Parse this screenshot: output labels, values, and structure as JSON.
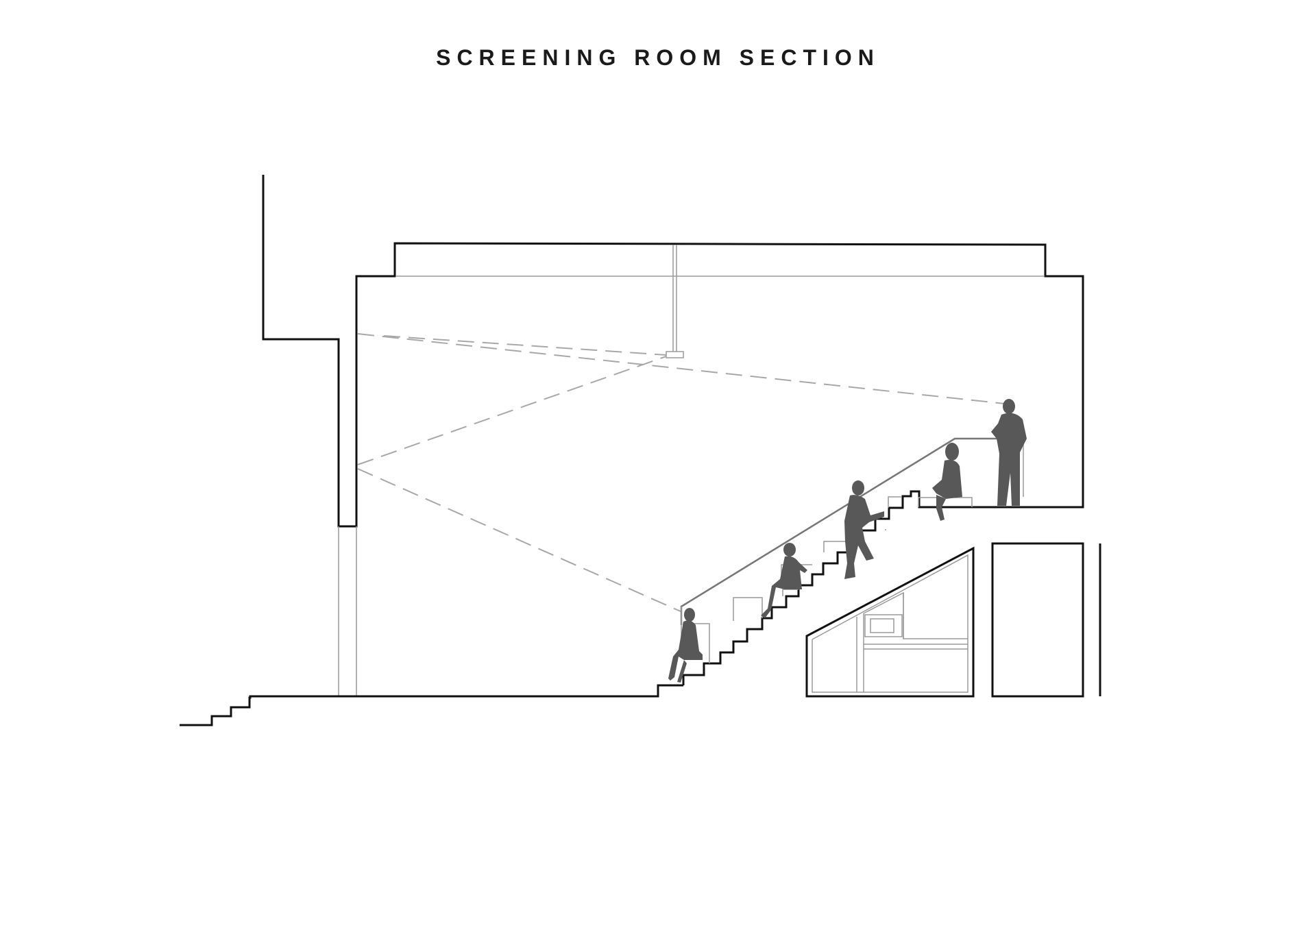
{
  "title": "SCREENING ROOM SECTION",
  "colors": {
    "wall": "#111111",
    "thin_line": "#9a9a9a",
    "projection_beam": "#a8a8a8",
    "figure": "#585858"
  },
  "figures": [
    "seated-front",
    "seated-second-row",
    "walking-up-stairs",
    "seated-top-row",
    "standing-on-landing"
  ]
}
